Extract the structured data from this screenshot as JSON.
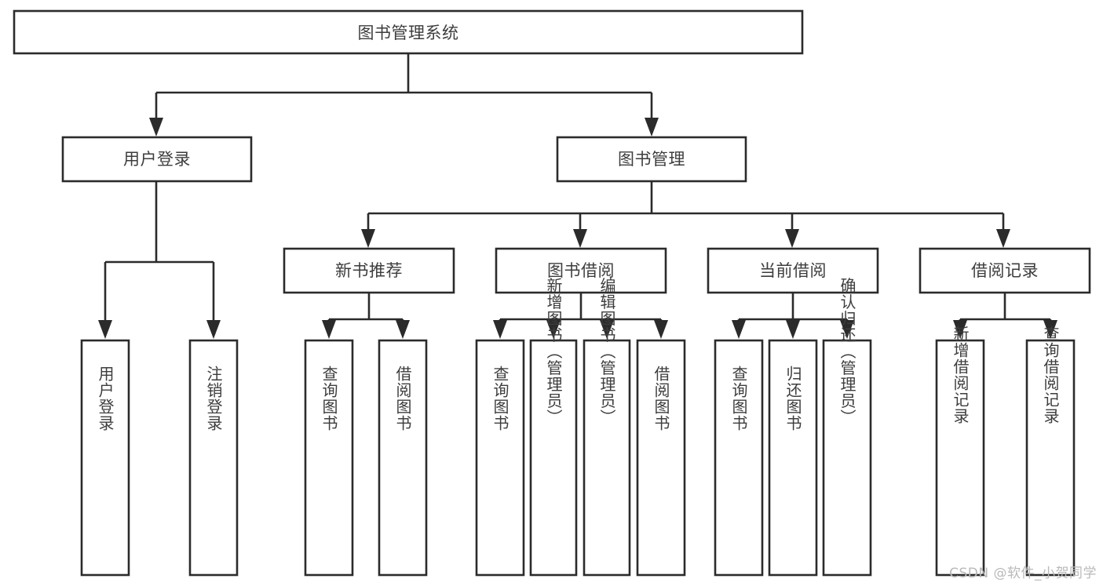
{
  "diagram": {
    "title": "图书管理系统",
    "type": "tree-hierarchy-chart",
    "root": {
      "label": "图书管理系统"
    },
    "level2": [
      {
        "label": "用户登录"
      },
      {
        "label": "图书管理"
      }
    ],
    "level3": [
      {
        "label": "新书推荐"
      },
      {
        "label": "图书借阅"
      },
      {
        "label": "当前借阅"
      },
      {
        "label": "借阅记录"
      }
    ],
    "leaves": {
      "user_login": [
        {
          "label": "用户登录"
        },
        {
          "label": "注销登录"
        }
      ],
      "new_book_recommend": [
        {
          "label": "查询图书"
        },
        {
          "label": "借阅图书"
        }
      ],
      "book_borrow": [
        {
          "label": "查询图书"
        },
        {
          "label": "新增图书（管理员）"
        },
        {
          "label": "编辑图书（管理员）"
        },
        {
          "label": "借阅图书"
        }
      ],
      "current_borrow": [
        {
          "label": "查询图书"
        },
        {
          "label": "归还图书"
        },
        {
          "label": "确认归还（管理员）"
        }
      ],
      "borrow_records": [
        {
          "label": "新增借阅记录"
        },
        {
          "label": "查询借阅记录"
        }
      ]
    }
  },
  "watermark": {
    "text": "CSDN @软件_小贺同学"
  },
  "colors": {
    "stroke": "#2b2b2b",
    "box_fill": "#ffffff",
    "text": "#3d3d3d",
    "background": "#ffffff",
    "watermark": "#b9b9b9"
  }
}
